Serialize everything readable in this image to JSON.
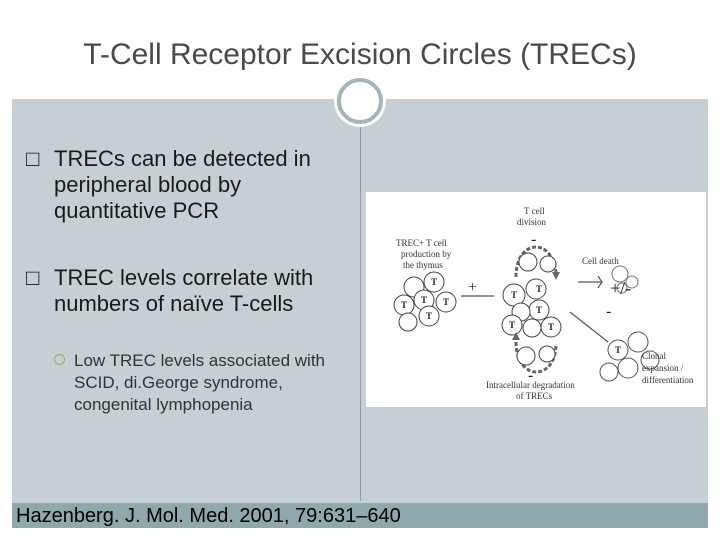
{
  "slide": {
    "title": "T-Cell Receptor Excision Circles (TRECs)",
    "bullets": [
      {
        "text": "TRECs can be detected in peripheral blood by quantitative PCR"
      },
      {
        "text": "TREC levels correlate with numbers of naïve T-cells"
      }
    ],
    "sub_bullet": "Low TREC levels associated with SCID, di.George syndrome, congenital lymphopenia",
    "reference": "Hazenberg. J. Mol. Med. 2001, 79:631–640"
  },
  "figure": {
    "label_production": [
      "TREC+ T cell",
      "production by",
      "the thymus"
    ],
    "label_division": [
      "T cell",
      "division"
    ],
    "label_death": "Cell death",
    "label_clonal": [
      "Clonal",
      "expansion /",
      "differentiation"
    ],
    "label_degradation": [
      "Intracellular degradation",
      "of TRECs"
    ],
    "sign_plus": "+",
    "sign_minus": "-",
    "sign_plusminus": "+/-",
    "cell_letter": "T",
    "cell_letter_small": "T"
  }
}
